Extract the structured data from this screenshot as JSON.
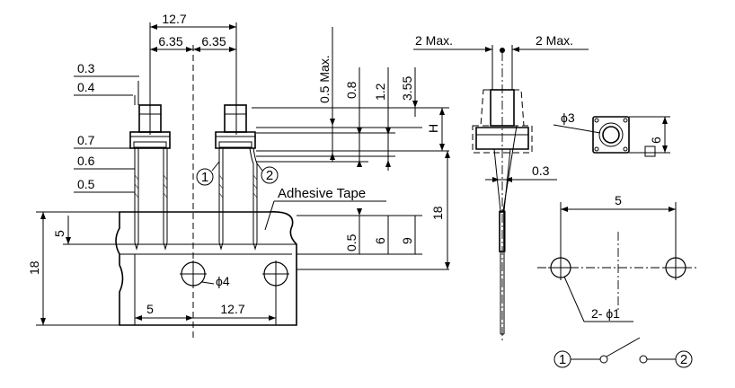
{
  "dimensions": {
    "pitch_total": "12.7",
    "pitch_left": "6.35",
    "pitch_right": "6.35",
    "d_0_3_top": "0.3",
    "d_0_4": "0.4",
    "d_0_7": "0.7",
    "d_0_6": "0.6",
    "d_0_5_left": "0.5",
    "d_0_5_max": "0.5 Max.",
    "d_0_8": "0.8",
    "d_1_2": "1.2",
    "d_3_55": "3.55",
    "d_H": "H",
    "d_18_right": "18",
    "d_5_tape": "5",
    "d_18_tape": "18",
    "d_0_5_tape": "0.5",
    "d_6_tape": "6",
    "d_9_tape": "9",
    "d_5_bottom": "5",
    "d_12_7_bottom": "12.7",
    "d_phi4": "ϕ4",
    "d_2max_left": "2 Max.",
    "d_2max_right": "2 Max.",
    "d_0_3_side": "0.3",
    "d_phi3": "ϕ3",
    "d_6_top": "6",
    "d_5_pcb": "5",
    "d_2phi1": "2- ϕ1"
  },
  "labels": {
    "adhesive_tape": "Adhesive Tape",
    "pin1": "1",
    "pin2": "2",
    "sw_pin1": "1",
    "sw_pin2": "2"
  }
}
